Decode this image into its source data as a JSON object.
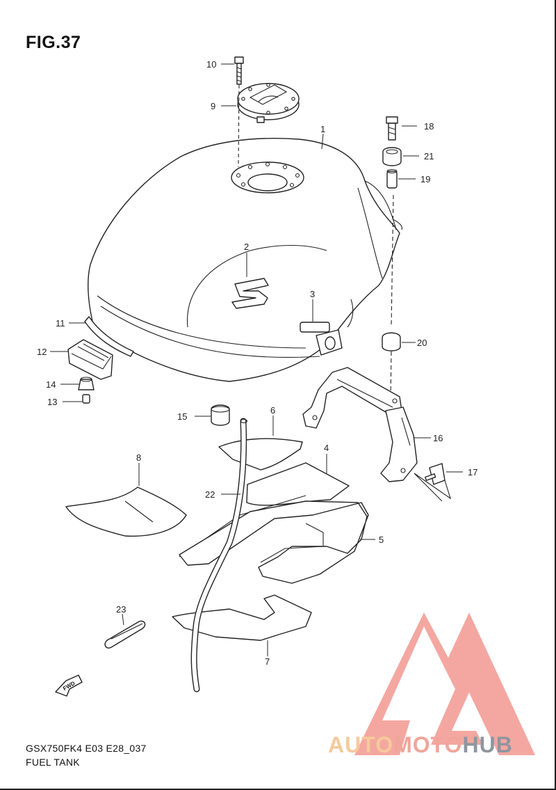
{
  "figure": {
    "title": "FIG.37",
    "model_code": "GSX750FK4 E03 E28_037",
    "section_name": "FUEL TANK"
  },
  "callouts": [
    "1",
    "2",
    "3",
    "4",
    "5",
    "6",
    "7",
    "8",
    "9",
    "10",
    "11",
    "12",
    "13",
    "14",
    "15",
    "16",
    "17",
    "18",
    "19",
    "20",
    "21",
    "22",
    "23"
  ],
  "icons": {
    "forward_arrow": "fwd-arrow-icon",
    "forward_label": "FWD"
  },
  "watermark": {
    "part1": "AUTO",
    "part2": "MOTO",
    "part3": "HUB",
    "colors": {
      "triangle": "#f08a80",
      "auto": "#f6c99b",
      "moto": "#f0a59b",
      "hub": "#8f96a0"
    }
  }
}
